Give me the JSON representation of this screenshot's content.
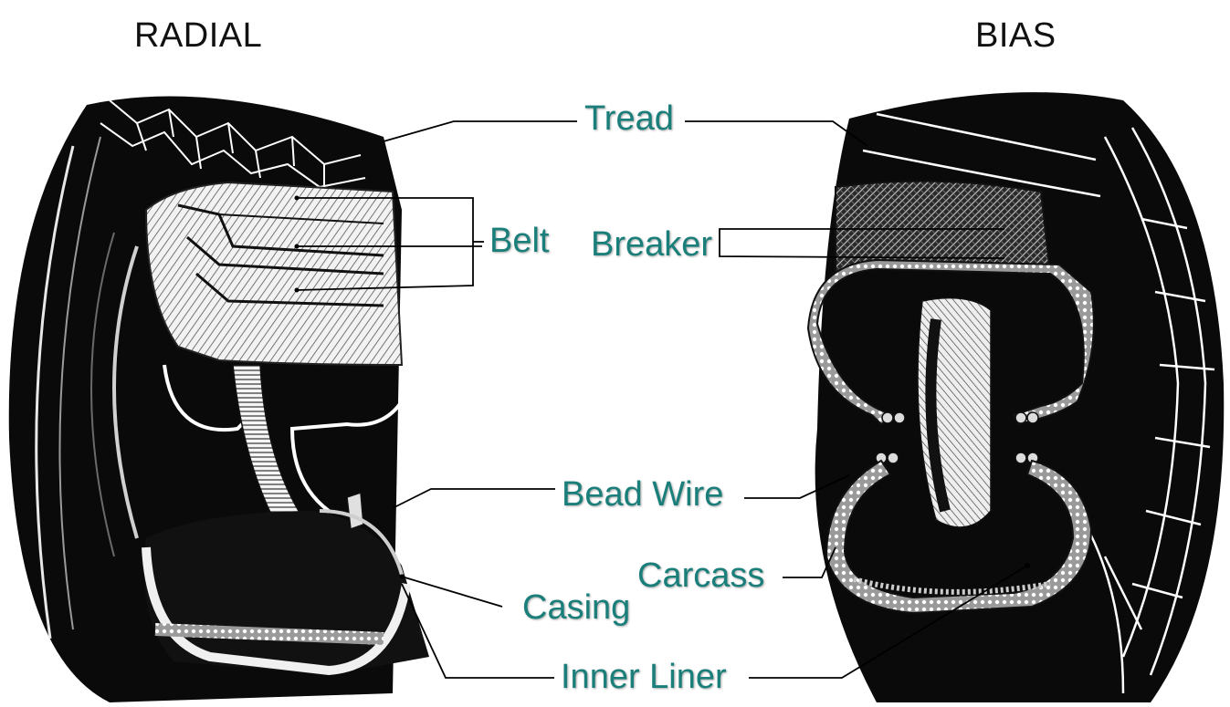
{
  "headings": {
    "radial": "RADIAL",
    "bias": "BIAS"
  },
  "labels": {
    "tread": "Tread",
    "belt": "Belt",
    "breaker": "Breaker",
    "bead_wire": "Bead Wire",
    "carcass": "Carcass",
    "casing": "Casing",
    "inner_liner": "Inner Liner"
  },
  "colors": {
    "label": "#1a7f7a",
    "tire": "#0a0a0a",
    "ply": "#d9d9d9",
    "leader": "#000000"
  }
}
